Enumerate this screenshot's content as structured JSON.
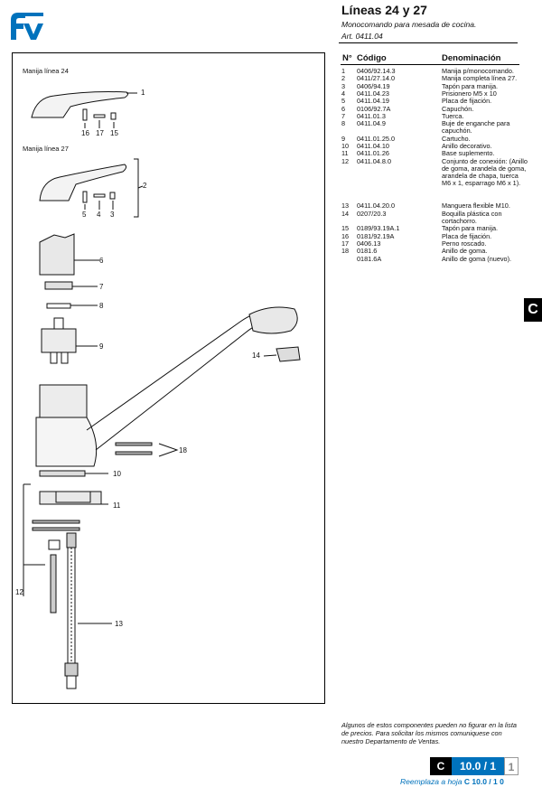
{
  "header": {
    "title": "Líneas 24 y 27",
    "subtitle": "Monocomando para mesada de cocina.",
    "art": "Art. 0411.04"
  },
  "colors": {
    "brand_blue": "#0072bc",
    "page_box": "#0072bc"
  },
  "diagram": {
    "label_24": "Manija línea 24",
    "label_27": "Manija línea 27",
    "callouts": [
      "1",
      "16",
      "17",
      "15",
      "2",
      "5",
      "4",
      "3",
      "6",
      "7",
      "8",
      "9",
      "14",
      "18",
      "10",
      "11",
      "12",
      "13"
    ]
  },
  "table": {
    "headers": [
      "N°",
      "Código",
      "Denominación"
    ],
    "rows": [
      [
        "1",
        "0406/92.14.3",
        "Manija p/monocomando."
      ],
      [
        "2",
        "0411/27.14.0",
        "Manija completa línea 27."
      ],
      [
        "3",
        "0406/94.19",
        "Tapón para manija."
      ],
      [
        "4",
        "0411.04.23",
        "Prisionero M5 x 10"
      ],
      [
        "5",
        "0411.04.19",
        "Placa de fijación."
      ],
      [
        "6",
        "0106/92.7A",
        "Capuchón."
      ],
      [
        "7",
        "0411.01.3",
        "Tuerca."
      ],
      [
        "8",
        "0411.04.9",
        "Buje de enganche para capuchón."
      ],
      [
        "9",
        "0411.01.25.0",
        "Cartucho."
      ],
      [
        "10",
        "0411.04.10",
        "Anillo decorativo."
      ],
      [
        "11",
        "0411.01.26",
        "Base suplemento."
      ],
      [
        "12",
        "0411.04.8.0",
        "Conjunto de conexión: (Anillo de goma, arandela de goma, arandela de chapa, tuerca M6 x 1, esparrago M6 x 1)."
      ],
      [
        "13",
        "0411.04.20.0",
        "Manguera flexible M10."
      ],
      [
        "14",
        "0207/20.3",
        "Boquilla plástica con cortachorro."
      ],
      [
        "15",
        "0189/93.19A.1",
        "Tapón para manija."
      ],
      [
        "16",
        "0181/92.19A",
        "Placa de fijación."
      ],
      [
        "17",
        "0406.13",
        "Perno roscado."
      ],
      [
        "18",
        "0181.6",
        "Anillo de goma."
      ],
      [
        "",
        "0181.6A",
        "Anillo de goma (nuevo)."
      ]
    ]
  },
  "side_tab": "C",
  "footer": {
    "note": "Algunos de estos componentes pueden no figurar en la lista de precios. Para solicitar los mismos comuniquese con nuestro Departamento de Ventas.",
    "section_letter": "C",
    "page_code": "10.0 / 1",
    "page_num": "1",
    "replaces_label": "Reemplaza a hoja",
    "replaces_code": "C  10.0 / 1  0"
  }
}
